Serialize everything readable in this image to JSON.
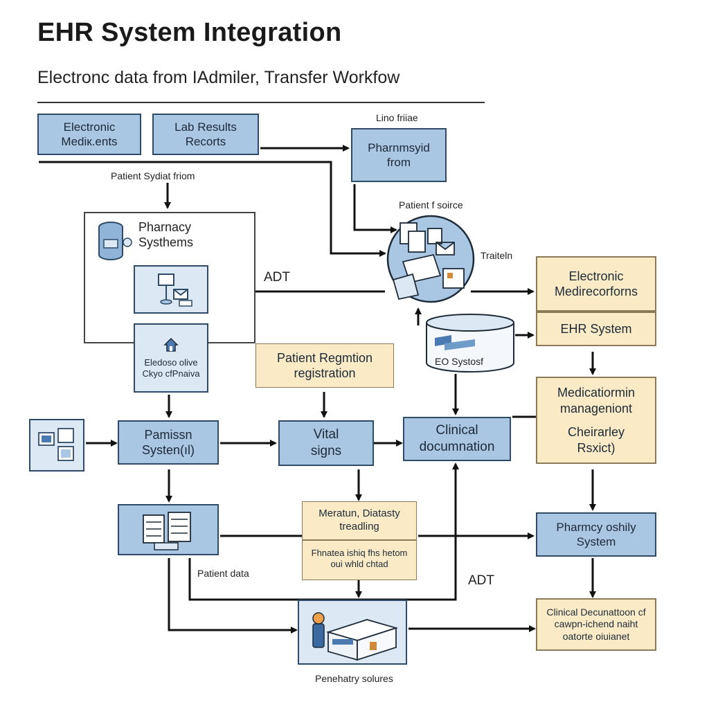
{
  "title": "EHR System Integration",
  "subtitle": "Electronc data from IAdmiler, Transfer Workfow",
  "labels": {
    "patient_sydiat": "Patient Sydiat friom",
    "lino_friiae": "Lino friiae",
    "patient_source": "Patient f soirce",
    "traiteln": "Traiteln",
    "adt_top": "ADT",
    "adt_bottom": "ADT",
    "patient_data": "Patient data",
    "penehatry_solures": "Penehatry solures"
  },
  "boxes": {
    "electronic_medikents": "Electronic Mediк.ents",
    "lab_results": "Lab Results Recorts",
    "pharmsyid": "Pharnmsyid from",
    "pharmacy_systhems": "Pharnacy Systhems",
    "eledosc": "Eledoso olive Ckyo cfPnaiva",
    "patient_regmtion_title": "Patient Regmtion",
    "patient_regmtion_sub": "registration",
    "electronic_medi_recorfons": "Electronic Medirecorforns",
    "ehr_system": "EHR System",
    "eo_systos": "EO Systosf",
    "pamissn": "Pamissn Systen(ıl)",
    "vital_signs": "Vital signs",
    "clinical_documnation": "Clinical documnation",
    "medicatiormin_title": "Medicatiormin manageniont",
    "medicatiormin_sub": "Cheirarley Rsxict)",
    "meratun_title": "Meratun, Diatasty treadling",
    "meratun_sub": "Fhnatea ishiq fhs hetom oui whld chtad",
    "pharmacy_oshily": "Pharmcy oshily System",
    "clinical_decunattoon": "Clinical Decunattoon cf cawpn-ichend naiht oatorte oiuianet"
  },
  "colors": {
    "blue_fill": "#a9c6e3",
    "light_blue_fill": "#dce8f4",
    "cream_fill": "#faebc6",
    "border": "#2d4a66",
    "arrow": "#111111"
  }
}
